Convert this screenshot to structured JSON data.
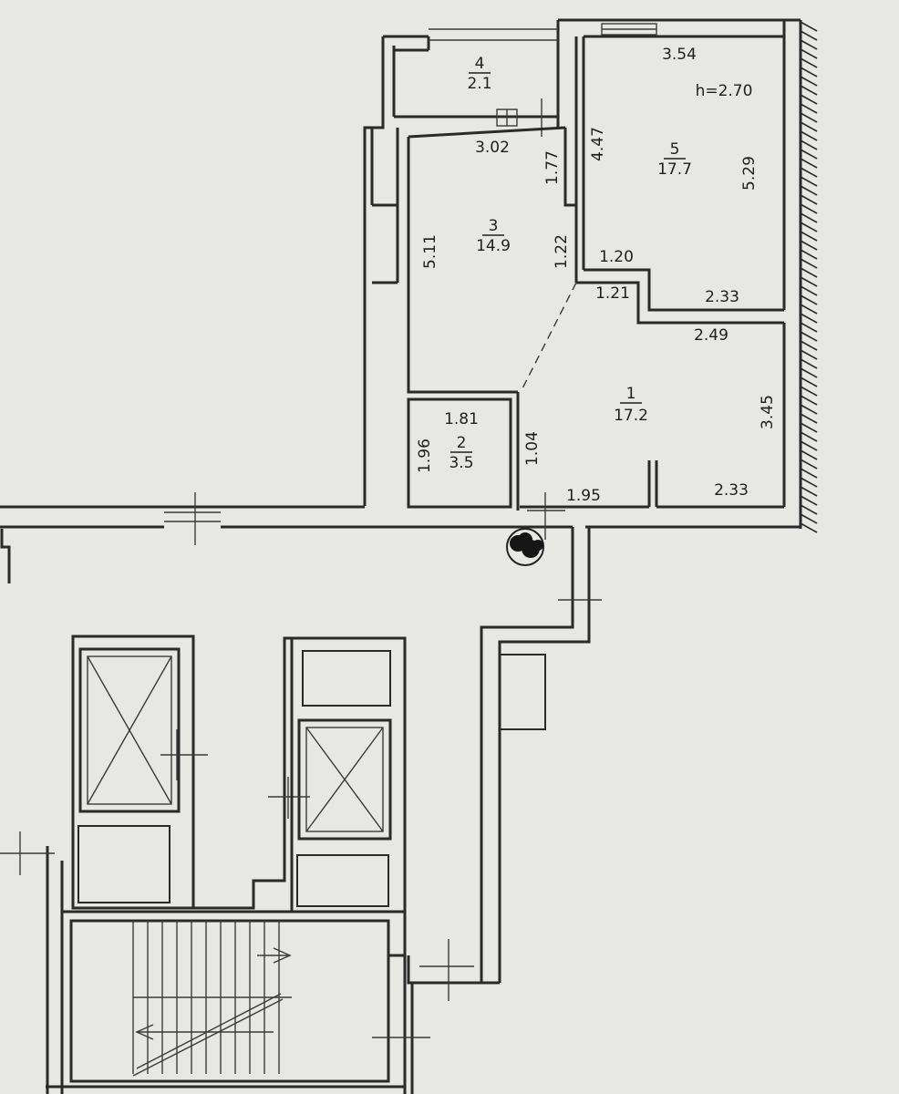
{
  "ceiling_height": "h=2.70",
  "rooms": [
    {
      "number": "1",
      "area": "17.2"
    },
    {
      "number": "2",
      "area": "3.5"
    },
    {
      "number": "3",
      "area": "14.9"
    },
    {
      "number": "4",
      "area": "2.1"
    },
    {
      "number": "5",
      "area": "17.7"
    }
  ],
  "dimensions": {
    "r5_top": "3.54",
    "r5_left": "4.47",
    "r5_right": "5.29",
    "r5_bottom": "2.33",
    "r3_top": "3.02",
    "r3_right_upper": "1.77",
    "r3_left": "5.11",
    "r3_right_lower": "1.22",
    "step_a": "1.20",
    "step_b": "1.21",
    "r1_top": "2.49",
    "r1_right": "3.45",
    "r1_bottom_right": "2.33",
    "r1_bottom_left": "1.95",
    "r2_top": "1.81",
    "r2_left": "1.96",
    "r2_right": "1.04"
  }
}
